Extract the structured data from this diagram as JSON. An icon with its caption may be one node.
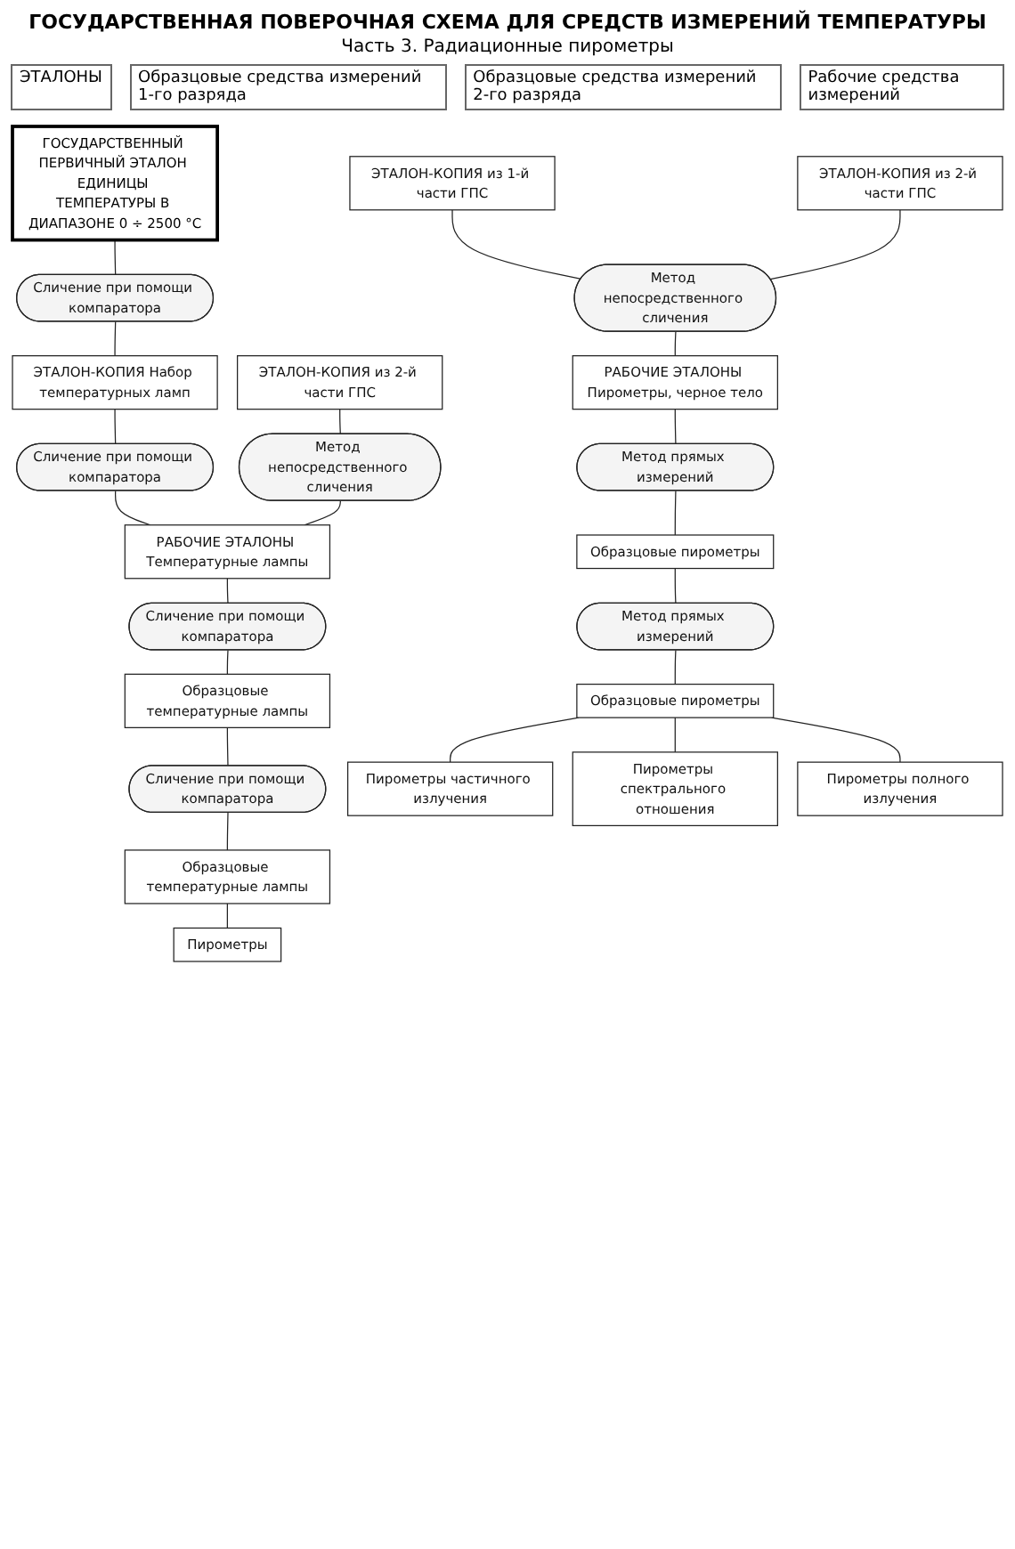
{
  "diagram": {
    "title": "ГОСУДАРСТВЕННАЯ ПОВЕРОЧНАЯ СХЕМА ДЛЯ СРЕДСТВ ИЗМЕРЕНИЙ ТЕМПЕРАТУРЫ",
    "caption": "Часть 3. Радиационные пирометры",
    "nodes": [
      {
        "text": [
          "ГОСУДАРСТВЕННЫЙ ПЕРВИЧНЫЙ ЭТАЛОН ЕДИНИЦЫ ТЕМПЕРАТУРЫ В ДИАПАЗОНЕ 0 ÷ 2500 °C"
        ]
      },
      {
        "text": [
          "Сличение при помощи компаратора"
        ]
      },
      {
        "text": [
          "ЭТАЛОН-КОПИЯ Набор температурных ламп"
        ]
      },
      {
        "text": [
          "Сличение при помощи компаратора"
        ]
      },
      {
        "text": [
          "ЭТАЛОН-КОПИЯ из 2-й части ГПС"
        ]
      },
      {
        "text": [
          "Метод непосредственного сличения"
        ]
      },
      {
        "text": [
          "РАБОЧИЕ ЭТАЛОНЫ Температурные лампы"
        ]
      },
      {
        "text": [
          "ЭТАЛОН-КОПИЯ из 1-й части ГПС"
        ]
      },
      {
        "text": [
          "ЭТАЛОН-КОПИЯ из 2-й части ГПС"
        ]
      },
      {
        "text": [
          "Метод непосредственного сличения"
        ]
      },
      {
        "text": [
          "РАБОЧИЕ ЭТАЛОНЫ Пирометры, черное тело"
        ]
      },
      {
        "text": [
          "Сличение при помощи компаратора"
        ]
      },
      {
        "text": [
          "Образцовые температурные лампы"
        ]
      },
      {
        "text": [
          "Метод прямых измерений"
        ]
      },
      {
        "text": [
          "Образцовые пирометры"
        ]
      },
      {
        "text": [
          "Сличение при помощи компаратора"
        ]
      },
      {
        "text": [
          "Образцовые температурные лампы"
        ]
      },
      {
        "text": [
          "Метод прямых измерений"
        ]
      },
      {
        "text": [
          "Образцовые пирометры"
        ]
      },
      {
        "text": [
          "Пирометры"
        ]
      },
      {
        "text": [
          "Пирометры частичного излучения"
        ]
      },
      {
        "text": [
          "Пирометры спектрального отношения"
        ]
      },
      {
        "text": [
          "Пирометры полного излучения"
        ]
      }
    ],
    "edges": [
      {
        "from": 0,
        "to": 1,
        "arrow": "none"
      },
      {
        "from": 1,
        "to": 2,
        "arrow": "none"
      },
      {
        "from": 2,
        "to": 3,
        "arrow": "none"
      },
      {
        "from": 3,
        "to": 6,
        "arrow": "none"
      },
      {
        "from": 4,
        "to": 5,
        "arrow": "none"
      },
      {
        "from": 5,
        "to": 6,
        "arrow": "none"
      },
      {
        "from": 7,
        "to": 9,
        "arrow": "none"
      },
      {
        "from": 8,
        "to": 9,
        "arrow": "none"
      },
      {
        "from": 9,
        "to": 10,
        "arrow": "none"
      },
      {
        "from": 6,
        "to": 11,
        "arrow": "none"
      },
      {
        "from": 11,
        "to": 12,
        "arrow": "none"
      },
      {
        "from": 10,
        "to": 13,
        "arrow": "none"
      },
      {
        "from": 13,
        "to": 14,
        "arrow": "none"
      },
      {
        "from": 12,
        "to": 15,
        "arrow": "none"
      },
      {
        "from": 15,
        "to": 16,
        "arrow": "none"
      },
      {
        "from": 14,
        "to": 17,
        "arrow": "none"
      },
      {
        "from": 17,
        "to": 18,
        "arrow": "none"
      },
      {
        "from": 16,
        "to": 19,
        "arrow": "none"
      },
      {
        "from": 18,
        "to": 20,
        "arrow": "none"
      },
      {
        "from": 18,
        "to": 21,
        "arrow": "none"
      },
      {
        "from": 18,
        "to": 22,
        "arrow": "none"
      }
    ],
    "labels": [
      "ЭТАЛОНЫ",
      "Образцовые средства измерений 1-го разряда",
      "Образцовые средства измерений 2-го разряда",
      "Рабочие средства измерений"
    ]
  }
}
